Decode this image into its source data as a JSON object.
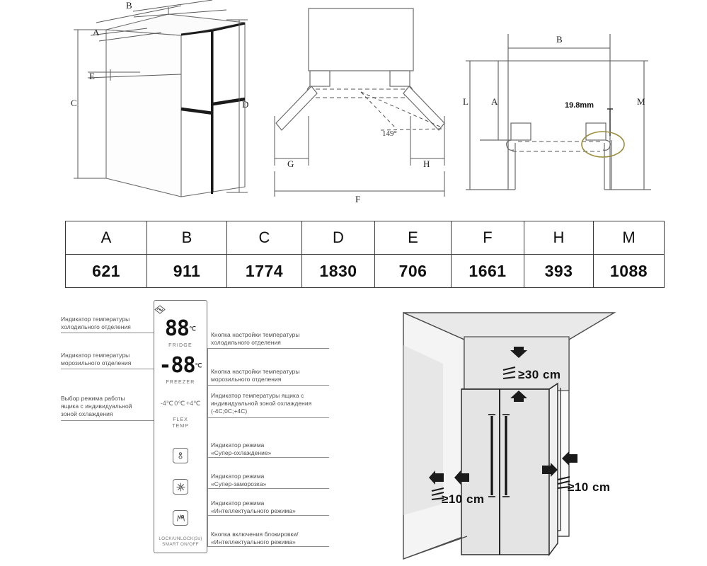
{
  "document": {
    "type": "appliance-installation-diagram",
    "subject": "four-door refrigerator dimensions, control panel and installation clearances",
    "language": "ru"
  },
  "diagrams": {
    "front_view": {
      "name": "Refrigerator isometric view with dimension callouts",
      "labels": [
        "A",
        "B",
        "C",
        "D",
        "E"
      ]
    },
    "top_view": {
      "name": "Top view with door opening angle",
      "labels": [
        "G",
        "H",
        "F"
      ],
      "angle": "149°"
    },
    "side_view": {
      "name": "Side/plan view with handle clearance",
      "labels": [
        "B",
        "L",
        "A",
        "M"
      ],
      "callout": "19.8mm",
      "highlight_color": "#9a8b3a"
    }
  },
  "dimension_table": {
    "headers": [
      "A",
      "B",
      "C",
      "D",
      "E",
      "F",
      "H",
      "M"
    ],
    "values": [
      "621",
      "911",
      "1774",
      "1830",
      "706",
      "1661",
      "393",
      "1088"
    ]
  },
  "control_panel": {
    "fridge": {
      "value": "88",
      "unit": "℃",
      "caption": "FRIDGE"
    },
    "freezer": {
      "value": "-88",
      "unit": "℃",
      "caption": "FREEZER"
    },
    "flex_temp": {
      "symbols": [
        "-4℃",
        "0℃",
        "+4℃"
      ],
      "caption_line1": "FLEX",
      "caption_line2": "TEMP"
    },
    "bottom_caption_line1": "LOCK/UNLOCK(3s)",
    "bottom_caption_line2": "SMART ON/OFF",
    "icons": {
      "top": "fan-icon",
      "super_cool": "super-cool-icon",
      "super_freeze": "snowflake-icon",
      "smart": "smart-mode-icon"
    },
    "callouts_left": [
      {
        "id": "fridge-temp-indicator",
        "line1": "Индикатор температуры",
        "line2": "холодильного отделения"
      },
      {
        "id": "freezer-temp-indicator",
        "line1": "Индикатор температуры",
        "line2": "морозильного отделения"
      },
      {
        "id": "flex-zone-mode-select",
        "line1": "Выбор режима работы",
        "line2": "ящика с индивидуальной",
        "line3": "зоной охлаждения"
      }
    ],
    "callouts_right": [
      {
        "id": "fridge-temp-button",
        "line1": "Кнопка настройки температуры",
        "line2": "холодильного отделения"
      },
      {
        "id": "freezer-temp-button",
        "line1": "Кнопка настройки температуры",
        "line2": "морозильного отделения"
      },
      {
        "id": "flex-zone-temp-indicator",
        "line1": "Индикатор температуры ящика с",
        "line2": "индивидуальной зоной охлаждения",
        "line3": "(-4C;0C;+4C)"
      },
      {
        "id": "super-cool-indicator",
        "line1": "Индикатор режима",
        "line2": "«Супер-охлаждение»"
      },
      {
        "id": "super-freeze-indicator",
        "line1": "Индикатор режима",
        "line2": "«Супер-заморозка»"
      },
      {
        "id": "smart-mode-indicator",
        "line1": "Индикатор режима",
        "line2": "«Интеллектуального режима»"
      },
      {
        "id": "lock-smart-button",
        "line1": "Кнопка включения блокировки/",
        "line2": "«Интеллектуального режима»"
      }
    ]
  },
  "clearance": {
    "top": "≥30 cm",
    "left": "≥10 cm",
    "right": "≥10 cm"
  }
}
